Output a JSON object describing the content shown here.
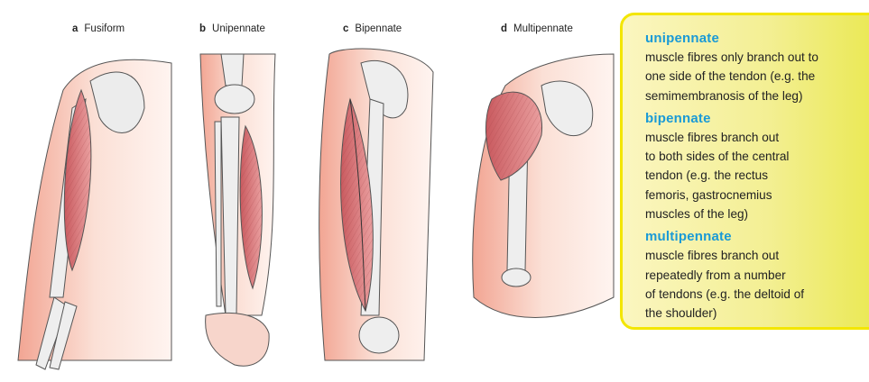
{
  "panels": [
    {
      "letter": "a",
      "name": "Fusiform"
    },
    {
      "letter": "b",
      "name": "Unipennate"
    },
    {
      "letter": "c",
      "name": "Bipennate"
    },
    {
      "letter": "d",
      "name": "Multipennate"
    }
  ],
  "definitions": [
    {
      "term": "unipennate",
      "text": "muscle fibres only branch out to\none side of the tendon (e.g. the\nsemimembranosis of the leg)"
    },
    {
      "term": "bipennate",
      "text": "muscle fibres branch out\nto both sides of the central\ntendon (e.g. the rectus\nfemoris, gastrocnemius\nmuscles of the leg)"
    },
    {
      "term": "multipennate",
      "text": "muscle fibres branch out\nrepeatedly from a number\nof tendons (e.g. the deltoid of\nthe shoulder)"
    }
  ],
  "colors": {
    "term": "#1a9ad6",
    "border": "#f3e600",
    "skin": "#f6c9b8",
    "muscle": "#d9797a",
    "bone": "#e6e6e6"
  }
}
